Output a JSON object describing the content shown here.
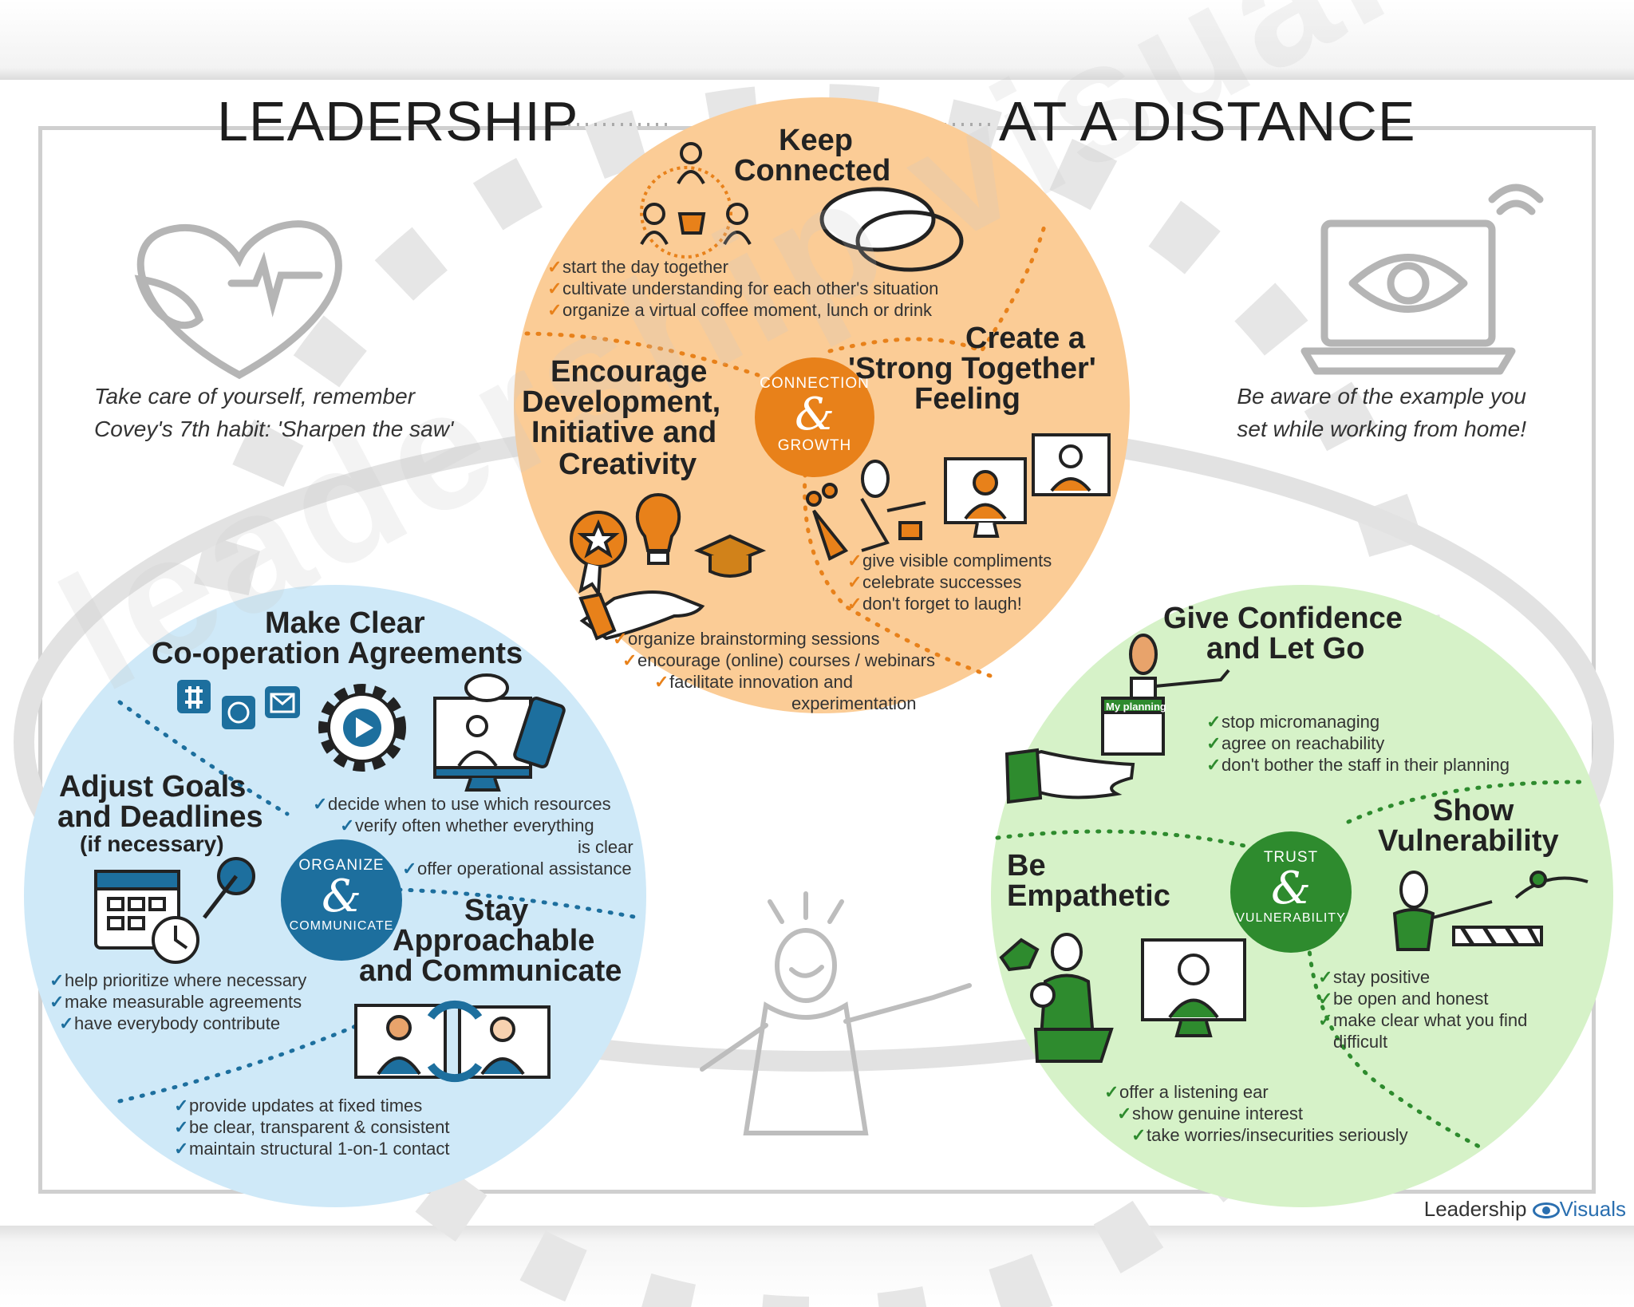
{
  "title": {
    "left": "LEADERSHIP",
    "right": "AT A DISTANCE"
  },
  "watermark": "leadership visuals",
  "quotes": {
    "left": "Take care of yourself, remember Covey's 7th habit: 'Sharpen the saw'",
    "right": "Be aware of the example you set while working from home!"
  },
  "hubs": {
    "orange": {
      "top": "CONNECTION",
      "amp": "&",
      "bottom": "GROWTH"
    },
    "blue": {
      "top": "ORGANIZE",
      "amp": "&",
      "bottom": "COMMUNICATE"
    },
    "green": {
      "top": "TRUST",
      "amp": "&",
      "bottom": "VULNERABILITY"
    }
  },
  "sections": {
    "keep_connected": {
      "heading_1": "Keep",
      "heading_2": "Connected",
      "items": [
        "start the day together",
        "cultivate understanding for each other's situation",
        "organize a virtual coffee moment, lunch or drink"
      ]
    },
    "encourage": {
      "heading_1": "Encourage",
      "heading_2": "Development,",
      "heading_3": "Initiative and",
      "heading_4": "Creativity",
      "items": [
        "organize brainstorming sessions",
        "encourage (online) courses / webinars",
        "facilitate innovation and",
        "experimentation"
      ]
    },
    "strong_together": {
      "heading_1": "Create a",
      "heading_2": "'Strong Together'",
      "heading_3": "Feeling",
      "items": [
        "give visible compliments",
        "celebrate successes",
        "don't forget to laugh!"
      ]
    },
    "clear_agreements": {
      "heading_1": "Make Clear",
      "heading_2": "Co-operation Agreements",
      "items": [
        "decide when to use which resources",
        "verify often whether everything",
        "is clear",
        "offer operational assistance"
      ]
    },
    "adjust_goals": {
      "heading_1": "Adjust Goals",
      "heading_2": "and Deadlines",
      "sub": "(if necessary)",
      "items": [
        "help prioritize where necessary",
        "make measurable agreements",
        "have everybody contribute"
      ]
    },
    "stay_approachable": {
      "heading_1": "Stay",
      "heading_2": "Approachable",
      "heading_3": "and Communicate",
      "items": [
        "provide updates at fixed times",
        "be clear, transparent & consistent",
        "maintain structural 1-on-1 contact"
      ]
    },
    "give_confidence": {
      "heading_1": "Give Confidence",
      "heading_2": "and Let Go",
      "planning_label": "My planning",
      "items": [
        "stop micromanaging",
        "agree on reachability",
        "don't bother the staff in their planning"
      ]
    },
    "be_empathetic": {
      "heading_1": "Be",
      "heading_2": "Empathetic",
      "items": [
        "offer a listening ear",
        "show genuine interest",
        "take worries/insecurities seriously"
      ]
    },
    "show_vulnerability": {
      "heading_1": "Show",
      "heading_2": "Vulnerability",
      "items": [
        "stay positive",
        "be open and honest",
        "make clear what you find",
        "difficult"
      ]
    }
  },
  "brand": {
    "name": "Leadership",
    "suffix": "Visuals"
  },
  "colors": {
    "orange": "#fbcc96",
    "orange_accent": "#e8811a",
    "blue": "#cfe9f8",
    "blue_accent": "#1d6f9e",
    "green": "#d6f2c8",
    "green_accent": "#2e8b2e",
    "watermark": "#d9d9d9"
  }
}
